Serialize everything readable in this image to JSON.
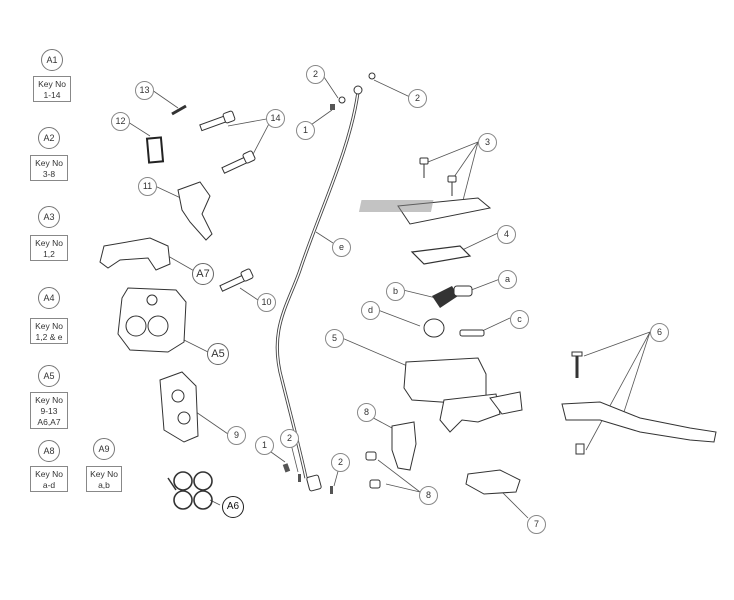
{
  "kits": [
    {
      "code": "A1",
      "key_label": "Key No",
      "key_items": "1-14"
    },
    {
      "code": "A2",
      "key_label": "Key No",
      "key_items": "3-8"
    },
    {
      "code": "A3",
      "key_label": "Key No",
      "key_items": "1,2"
    },
    {
      "code": "A4",
      "key_label": "Key No",
      "key_items": "1,2 & e"
    },
    {
      "code": "A5",
      "key_label": "Key No",
      "key_items": "9-13"
    },
    {
      "code": "A5_line2",
      "key_items_line2": "A6,A7"
    },
    {
      "code": "A8",
      "key_label": "Key No",
      "key_items": "a-d"
    },
    {
      "code": "A9",
      "key_label": "Key No",
      "key_items": "a,b"
    }
  ],
  "callouts": {
    "c1a": "1",
    "c1b": "1",
    "c2a": "2",
    "c2b": "2",
    "c2c": "2",
    "c2d": "2",
    "c3": "3",
    "c4": "4",
    "c5": "5",
    "c6": "6",
    "c7": "7",
    "c8a": "8",
    "c8b": "8",
    "c9": "9",
    "c10": "10",
    "c11": "11",
    "c12": "12",
    "c13": "13",
    "c14": "14",
    "ca": "a",
    "cb": "b",
    "cc": "c",
    "cd": "d",
    "ce": "e",
    "cA5": "A5",
    "cA6": "A6",
    "cA7": "A7"
  }
}
